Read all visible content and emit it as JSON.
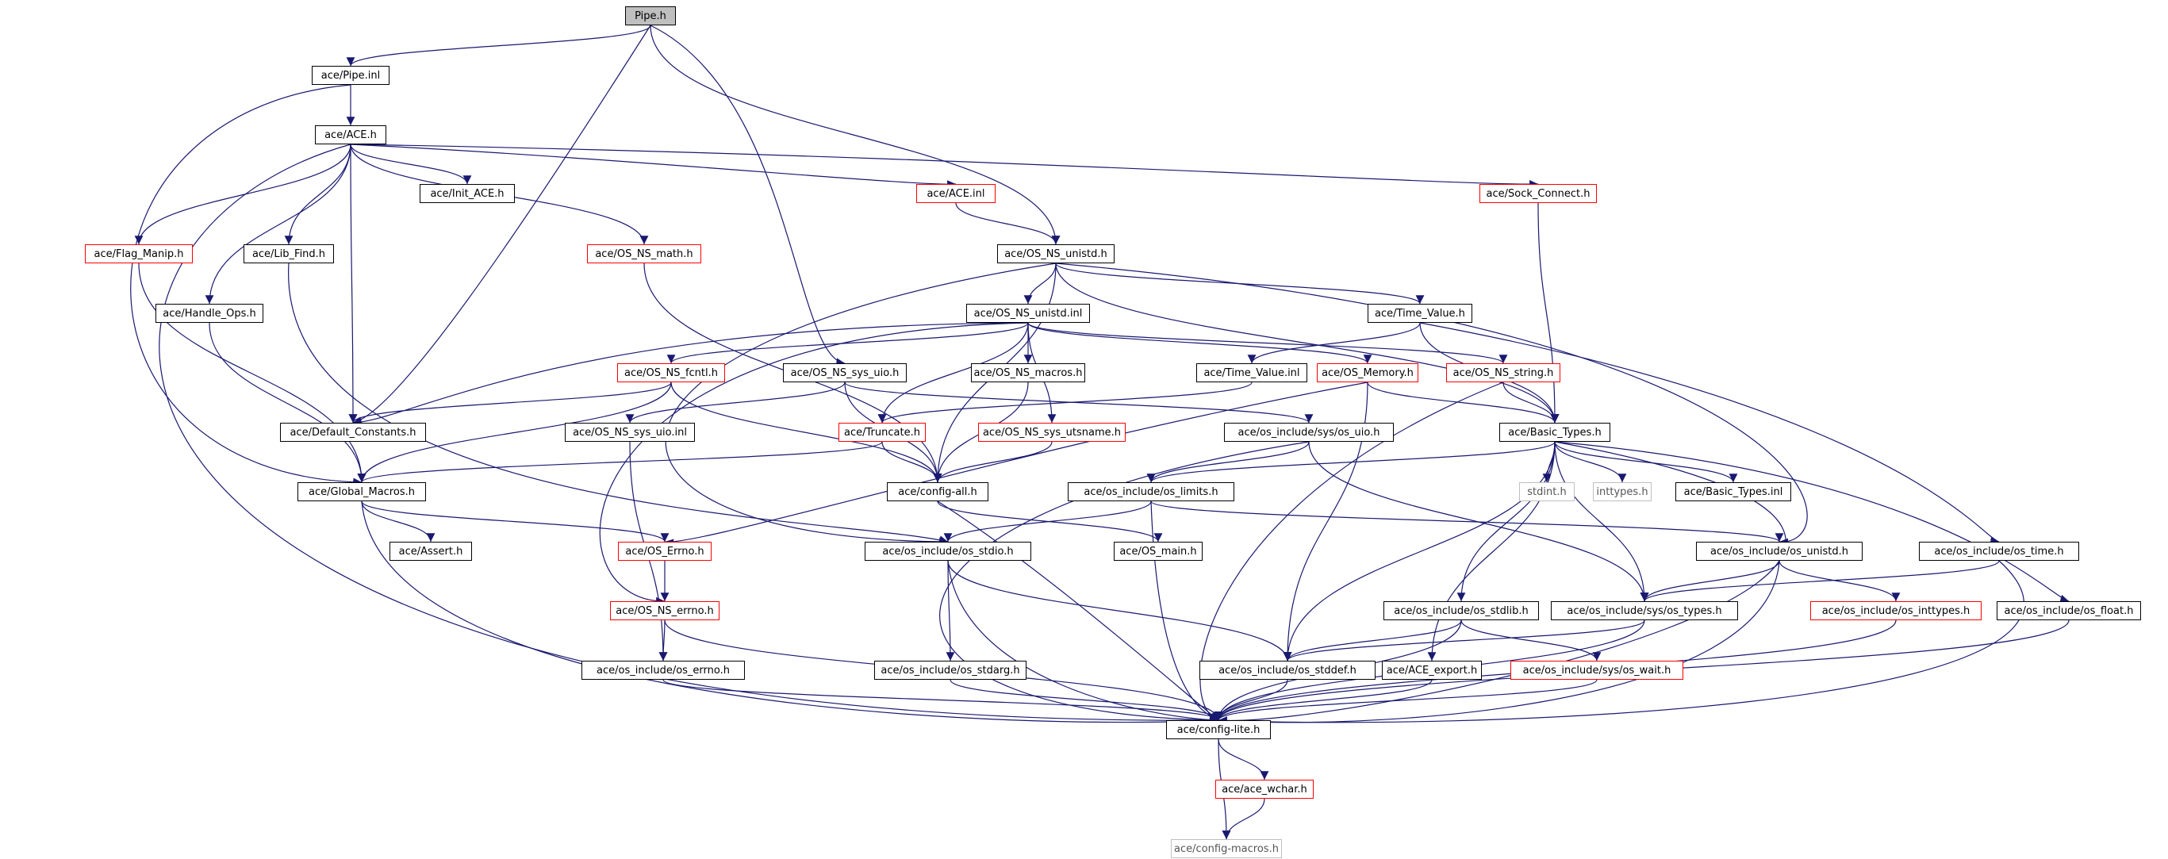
{
  "graph": {
    "edge_color": "#191970",
    "legend": {
      "normal_border": "#000000",
      "external_border": "#ff0000",
      "system_border": "#bfbfbf",
      "root_fill": "#bfbfbf"
    },
    "nodes": [
      {
        "id": "pipe_h",
        "label": "Pipe.h",
        "kind": "root"
      },
      {
        "id": "pipe_inl",
        "label": "ace/Pipe.inl",
        "kind": "normal"
      },
      {
        "id": "ace_h",
        "label": "ace/ACE.h",
        "kind": "normal"
      },
      {
        "id": "init_ace",
        "label": "ace/Init_ACE.h",
        "kind": "normal"
      },
      {
        "id": "ace_inl",
        "label": "ace/ACE.inl",
        "kind": "ext"
      },
      {
        "id": "sock_connect",
        "label": "ace/Sock_Connect.h",
        "kind": "ext"
      },
      {
        "id": "flag_manip",
        "label": "ace/Flag_Manip.h",
        "kind": "ext"
      },
      {
        "id": "lib_find",
        "label": "ace/Lib_Find.h",
        "kind": "normal"
      },
      {
        "id": "os_ns_math",
        "label": "ace/OS_NS_math.h",
        "kind": "ext"
      },
      {
        "id": "os_ns_unistd_h",
        "label": "ace/OS_NS_unistd.h",
        "kind": "normal"
      },
      {
        "id": "handle_ops",
        "label": "ace/Handle_Ops.h",
        "kind": "normal"
      },
      {
        "id": "os_ns_unistd_inl",
        "label": "ace/OS_NS_unistd.inl",
        "kind": "normal"
      },
      {
        "id": "time_value_h",
        "label": "ace/Time_Value.h",
        "kind": "normal"
      },
      {
        "id": "os_ns_fcntl",
        "label": "ace/OS_NS_fcntl.h",
        "kind": "ext"
      },
      {
        "id": "os_ns_sys_uio_h",
        "label": "ace/OS_NS_sys_uio.h",
        "kind": "normal"
      },
      {
        "id": "os_ns_macros",
        "label": "ace/OS_NS_macros.h",
        "kind": "normal"
      },
      {
        "id": "time_value_inl",
        "label": "ace/Time_Value.inl",
        "kind": "normal"
      },
      {
        "id": "os_memory",
        "label": "ace/OS_Memory.h",
        "kind": "ext"
      },
      {
        "id": "os_ns_string",
        "label": "ace/OS_NS_string.h",
        "kind": "ext"
      },
      {
        "id": "default_constants",
        "label": "ace/Default_Constants.h",
        "kind": "normal"
      },
      {
        "id": "os_ns_sys_uio_inl",
        "label": "ace/OS_NS_sys_uio.inl",
        "kind": "normal"
      },
      {
        "id": "truncate",
        "label": "ace/Truncate.h",
        "kind": "ext"
      },
      {
        "id": "os_ns_sys_utsname",
        "label": "ace/OS_NS_sys_utsname.h",
        "kind": "ext"
      },
      {
        "id": "os_uio",
        "label": "ace/os_include/sys/os_uio.h",
        "kind": "normal"
      },
      {
        "id": "basic_types_h",
        "label": "ace/Basic_Types.h",
        "kind": "normal"
      },
      {
        "id": "global_macros",
        "label": "ace/Global_Macros.h",
        "kind": "normal"
      },
      {
        "id": "config_all",
        "label": "ace/config-all.h",
        "kind": "normal"
      },
      {
        "id": "os_limits",
        "label": "ace/os_include/os_limits.h",
        "kind": "normal"
      },
      {
        "id": "stdint",
        "label": "stdint.h",
        "kind": "sys"
      },
      {
        "id": "inttypes",
        "label": "inttypes.h",
        "kind": "sys"
      },
      {
        "id": "basic_types_inl",
        "label": "ace/Basic_Types.inl",
        "kind": "normal"
      },
      {
        "id": "assert_h",
        "label": "ace/Assert.h",
        "kind": "normal"
      },
      {
        "id": "os_errno_ace",
        "label": "ace/OS_Errno.h",
        "kind": "ext"
      },
      {
        "id": "os_stdio",
        "label": "ace/os_include/os_stdio.h",
        "kind": "normal"
      },
      {
        "id": "os_main",
        "label": "ace/OS_main.h",
        "kind": "normal"
      },
      {
        "id": "os_unistd",
        "label": "ace/os_include/os_unistd.h",
        "kind": "normal"
      },
      {
        "id": "os_time",
        "label": "ace/os_include/os_time.h",
        "kind": "normal"
      },
      {
        "id": "os_ns_errno",
        "label": "ace/OS_NS_errno.h",
        "kind": "ext"
      },
      {
        "id": "os_stdlib",
        "label": "ace/os_include/os_stdlib.h",
        "kind": "normal"
      },
      {
        "id": "os_types",
        "label": "ace/os_include/sys/os_types.h",
        "kind": "normal"
      },
      {
        "id": "os_inttypes",
        "label": "ace/os_include/os_inttypes.h",
        "kind": "ext"
      },
      {
        "id": "os_float",
        "label": "ace/os_include/os_float.h",
        "kind": "normal"
      },
      {
        "id": "os_errno_h",
        "label": "ace/os_include/os_errno.h",
        "kind": "normal"
      },
      {
        "id": "os_stdarg",
        "label": "ace/os_include/os_stdarg.h",
        "kind": "normal"
      },
      {
        "id": "os_stddef",
        "label": "ace/os_include/os_stddef.h",
        "kind": "normal"
      },
      {
        "id": "ace_export",
        "label": "ace/ACE_export.h",
        "kind": "normal"
      },
      {
        "id": "os_wait",
        "label": "ace/os_include/sys/os_wait.h",
        "kind": "ext"
      },
      {
        "id": "config_lite",
        "label": "ace/config-lite.h",
        "kind": "normal"
      },
      {
        "id": "ace_wchar",
        "label": "ace/ace_wchar.h",
        "kind": "ext"
      },
      {
        "id": "config_macros",
        "label": "ace/config-macros.h",
        "kind": "sys"
      }
    ],
    "edges": [
      [
        "pipe_h",
        "pipe_inl"
      ],
      [
        "pipe_h",
        "os_ns_unistd_h"
      ],
      [
        "pipe_h",
        "default_constants"
      ],
      [
        "pipe_h",
        "os_ns_sys_uio_h"
      ],
      [
        "pipe_inl",
        "ace_h"
      ],
      [
        "pipe_inl",
        "global_macros"
      ],
      [
        "ace_h",
        "init_ace"
      ],
      [
        "ace_h",
        "ace_inl"
      ],
      [
        "ace_h",
        "sock_connect"
      ],
      [
        "ace_h",
        "flag_manip"
      ],
      [
        "ace_h",
        "lib_find"
      ],
      [
        "ace_h",
        "os_ns_math"
      ],
      [
        "ace_h",
        "handle_ops"
      ],
      [
        "ace_h",
        "default_constants"
      ],
      [
        "ace_h",
        "config_lite"
      ],
      [
        "ace_inl",
        "os_ns_unistd_h"
      ],
      [
        "sock_connect",
        "basic_types_h"
      ],
      [
        "flag_manip",
        "global_macros"
      ],
      [
        "lib_find",
        "os_stdio"
      ],
      [
        "handle_ops",
        "global_macros"
      ],
      [
        "os_ns_math",
        "config_all"
      ],
      [
        "os_ns_unistd_h",
        "os_ns_unistd_inl"
      ],
      [
        "os_ns_unistd_h",
        "time_value_h"
      ],
      [
        "os_ns_unistd_h",
        "basic_types_h"
      ],
      [
        "os_ns_unistd_h",
        "os_unistd"
      ],
      [
        "os_ns_unistd_h",
        "os_stdio"
      ],
      [
        "os_ns_unistd_h",
        "config_all"
      ],
      [
        "os_ns_unistd_inl",
        "os_ns_fcntl"
      ],
      [
        "os_ns_unistd_inl",
        "os_ns_macros"
      ],
      [
        "os_ns_unistd_inl",
        "os_memory"
      ],
      [
        "os_ns_unistd_inl",
        "os_ns_string"
      ],
      [
        "os_ns_unistd_inl",
        "truncate"
      ],
      [
        "os_ns_unistd_inl",
        "os_ns_sys_utsname"
      ],
      [
        "os_ns_unistd_inl",
        "default_constants"
      ],
      [
        "os_ns_unistd_inl",
        "os_ns_errno"
      ],
      [
        "time_value_h",
        "time_value_inl"
      ],
      [
        "time_value_h",
        "basic_types_h"
      ],
      [
        "time_value_h",
        "os_time"
      ],
      [
        "time_value_inl",
        "truncate"
      ],
      [
        "os_ns_fcntl",
        "default_constants"
      ],
      [
        "os_ns_fcntl",
        "global_macros"
      ],
      [
        "os_ns_fcntl",
        "config_all"
      ],
      [
        "os_ns_sys_uio_h",
        "os_ns_sys_uio_inl"
      ],
      [
        "os_ns_sys_uio_h",
        "os_uio"
      ],
      [
        "os_ns_sys_uio_h",
        "config_all"
      ],
      [
        "os_ns_macros",
        "config_all"
      ],
      [
        "os_memory",
        "basic_types_h"
      ],
      [
        "os_memory",
        "os_stddef"
      ],
      [
        "os_memory",
        "os_errno_ace"
      ],
      [
        "os_ns_string",
        "basic_types_h"
      ],
      [
        "os_ns_string",
        "config_lite"
      ],
      [
        "os_ns_sys_uio_inl",
        "os_errno_h"
      ],
      [
        "truncate",
        "global_macros"
      ],
      [
        "truncate",
        "config_all"
      ],
      [
        "os_ns_sys_utsname",
        "config_all"
      ],
      [
        "os_uio",
        "os_limits"
      ],
      [
        "os_uio",
        "os_types"
      ],
      [
        "os_uio",
        "config_lite"
      ],
      [
        "basic_types_h",
        "os_limits"
      ],
      [
        "basic_types_h",
        "stdint"
      ],
      [
        "basic_types_h",
        "inttypes"
      ],
      [
        "basic_types_h",
        "basic_types_inl"
      ],
      [
        "basic_types_h",
        "ace_export"
      ],
      [
        "basic_types_h",
        "os_types"
      ],
      [
        "basic_types_h",
        "os_stddef"
      ],
      [
        "basic_types_h",
        "os_stdlib"
      ],
      [
        "basic_types_h",
        "os_float"
      ],
      [
        "basic_types_h",
        "config_lite"
      ],
      [
        "global_macros",
        "assert_h"
      ],
      [
        "global_macros",
        "os_errno_ace"
      ],
      [
        "global_macros",
        "config_lite"
      ],
      [
        "config_all",
        "os_main"
      ],
      [
        "config_all",
        "config_lite"
      ],
      [
        "os_limits",
        "os_unistd"
      ],
      [
        "os_limits",
        "os_stdio"
      ],
      [
        "os_limits",
        "config_lite"
      ],
      [
        "os_errno_ace",
        "os_ns_errno"
      ],
      [
        "os_stdio",
        "os_stdarg"
      ],
      [
        "os_stdio",
        "os_stddef"
      ],
      [
        "os_stdio",
        "config_lite"
      ],
      [
        "os_unistd",
        "os_types"
      ],
      [
        "os_unistd",
        "os_inttypes"
      ],
      [
        "os_unistd",
        "config_lite"
      ],
      [
        "os_time",
        "os_types"
      ],
      [
        "os_time",
        "config_lite"
      ],
      [
        "os_ns_errno",
        "os_errno_h"
      ],
      [
        "os_ns_errno",
        "config_lite"
      ],
      [
        "os_stdlib",
        "os_stddef"
      ],
      [
        "os_stdlib",
        "os_wait"
      ],
      [
        "os_stdlib",
        "config_lite"
      ],
      [
        "os_types",
        "os_stddef"
      ],
      [
        "os_types",
        "config_lite"
      ],
      [
        "os_inttypes",
        "config_lite"
      ],
      [
        "os_float",
        "config_lite"
      ],
      [
        "os_errno_h",
        "config_lite"
      ],
      [
        "os_stdarg",
        "config_lite"
      ],
      [
        "os_stddef",
        "config_lite"
      ],
      [
        "ace_export",
        "config_lite"
      ],
      [
        "os_wait",
        "config_lite"
      ],
      [
        "config_lite",
        "ace_wchar"
      ],
      [
        "config_lite",
        "config_macros"
      ],
      [
        "ace_wchar",
        "config_macros"
      ]
    ]
  }
}
